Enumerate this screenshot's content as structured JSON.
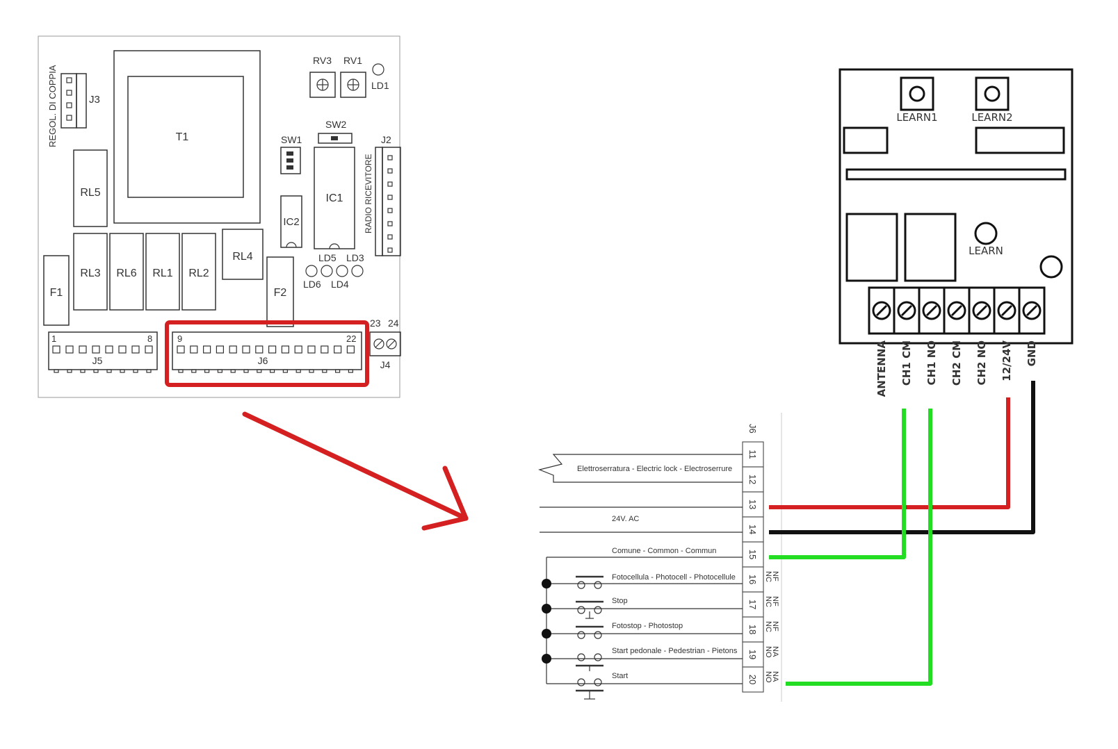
{
  "pcb": {
    "regol_label": "REGOL. DI COPPIA",
    "j3": "J3",
    "t1": "T1",
    "rv3": "RV3",
    "rv1": "RV1",
    "ld1": "LD1",
    "sw2": "SW2",
    "sw1": "SW1",
    "j2": "J2",
    "radio_label": "RADIO RICEVITORE",
    "ic1": "IC1",
    "ic2": "IC2",
    "rl5": "RL5",
    "rl3": "RL3",
    "rl6": "RL6",
    "rl1": "RL1",
    "rl2": "RL2",
    "rl4": "RL4",
    "f1": "F1",
    "f2": "F2",
    "ld5": "LD5",
    "ld3": "LD3",
    "ld6": "LD6",
    "ld4": "LD4",
    "j5_start": "1",
    "j5_end": "8",
    "j5": "J5",
    "j6_start": "9",
    "j6_end": "22",
    "j6": "J6",
    "j4_a": "23",
    "j4_b": "24",
    "j4": "J4"
  },
  "receiver": {
    "learn1": "LEARN1",
    "learn2": "LEARN2",
    "learn": "LEARN",
    "pins": [
      "ANTENNA",
      "CH1 CM",
      "CH1 NO",
      "CH2 CM",
      "CH2 NO",
      "12/24V",
      "GND"
    ]
  },
  "j6_block": {
    "title": "J6",
    "terminals": [
      "11",
      "12",
      "13",
      "14",
      "15",
      "16",
      "17",
      "18",
      "19",
      "20"
    ],
    "electric_lock": "Elettroserratura - Electric lock - Electroserrure",
    "power": "24V. AC",
    "common": "Comune - Common - Commun",
    "photocell": "Fotocellula - Photocell - Photocellule",
    "stop": "Stop",
    "photostop": "Fotostop - Photostop",
    "pedestrian": "Start pedonale - Pedestrian - Pietons",
    "start": "Start",
    "contacts": [
      {
        "a": "NF",
        "b": "NC"
      },
      {
        "a": "NF",
        "b": "NC"
      },
      {
        "a": "NF",
        "b": "NC"
      },
      {
        "a": "NA",
        "b": "NO"
      },
      {
        "a": "NA",
        "b": "NO"
      }
    ]
  },
  "colors": {
    "highlight": "#d42020",
    "arrow": "#d42020",
    "wire_red": "#d42020",
    "wire_black": "#111111",
    "wire_green": "#22dd22"
  }
}
